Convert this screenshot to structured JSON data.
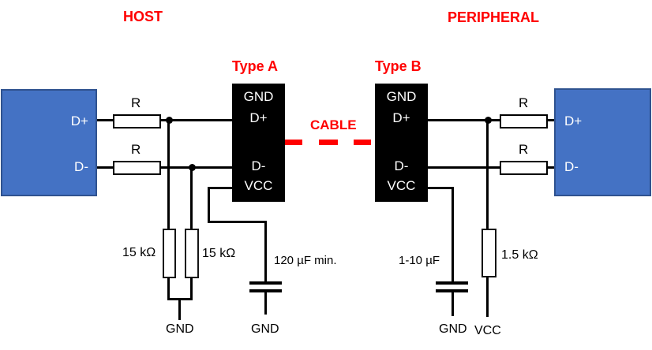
{
  "diagram": {
    "host_title": "HOST",
    "peripheral_title": "PERIPHERAL",
    "cable_label": "CABLE"
  },
  "host_device": {
    "pin_dplus": "D+",
    "pin_dminus": "D-"
  },
  "peripheral_device": {
    "pin_dplus": "D+",
    "pin_dminus": "D-"
  },
  "connector_a": {
    "title": "Type A",
    "pins": [
      "GND",
      "D+",
      "D-",
      "VCC"
    ]
  },
  "connector_b": {
    "title": "Type B",
    "pins": [
      "GND",
      "D+",
      "D-",
      "VCC"
    ]
  },
  "host_circuit": {
    "series_resistor_top": "R",
    "series_resistor_bottom": "R",
    "pulldown_left": "15 kΩ",
    "pulldown_right": "15 kΩ",
    "pulldown_gnd": "GND",
    "bulk_capacitor": "120 µF min.",
    "bulk_capacitor_gnd": "GND"
  },
  "peripheral_circuit": {
    "series_resistor_top": "R",
    "series_resistor_bottom": "R",
    "bypass_capacitor": "1-10 µF",
    "bypass_capacitor_gnd": "GND",
    "pullup_resistor": "1.5 kΩ",
    "pullup_vcc": "VCC"
  },
  "colors": {
    "accent_red": "#FF0000",
    "device_blue": "#4472C4",
    "device_blue_border": "#2F528F",
    "connector_black": "#000000",
    "wire_black": "#000000"
  }
}
